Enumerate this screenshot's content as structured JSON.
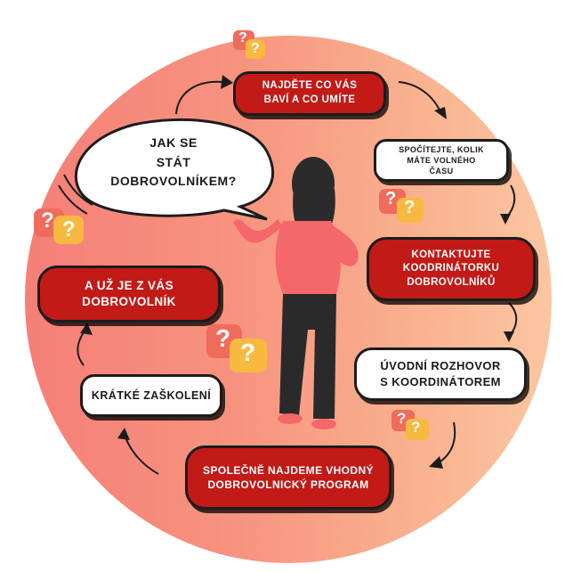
{
  "diagram": {
    "center_bubble": "JAK  SE\nSTÁT\nDOBROVOLNÍKEM?",
    "steps": [
      "NAJDĚTE CO VÁS\nBAVÍ A CO UMÍTE",
      "SPOČÍTEJTE, KOLIK\nMÁTE VOLNÉHO\nČASU",
      "KONTAKTUJTE\nKOODRINÁTORKU\nDOBROVOLNÍKŮ",
      "ÚVODNÍ ROZHOVOR\nS KOORDINÁTOREM",
      "SPOLEČNĚ NAJDEME VHODNÝ\nDOBROVOLNICKÝ PROGRAM",
      "KRÁTKÉ ZAŠKOLENÍ",
      "A UŽ JE Z VÁS\nDOBROVOLNÍK"
    ],
    "question_mark": "?",
    "colors": {
      "red_box": "#c21a17",
      "white_box": "#ffffff",
      "circle_left": "#f57f78",
      "circle_right": "#fbc6a0",
      "question_red": "#ef6b5c",
      "question_yellow": "#f8b940"
    }
  }
}
